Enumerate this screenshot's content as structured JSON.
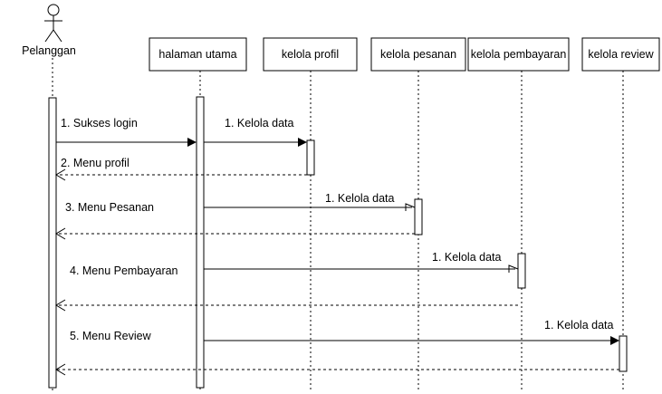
{
  "actor": {
    "name": "Pelanggan"
  },
  "lifelines": [
    {
      "id": "halaman-utama",
      "label": "halaman utama"
    },
    {
      "id": "kelola-profil",
      "label": "kelola profil"
    },
    {
      "id": "kelola-pesanan",
      "label": "kelola pesanan"
    },
    {
      "id": "kelola-pembayaran",
      "label": "kelola pembayaran"
    },
    {
      "id": "kelola-review",
      "label": "kelola review"
    }
  ],
  "messages": [
    {
      "id": "m1",
      "label": "1. Sukses login"
    },
    {
      "id": "m1b",
      "label": "1. Kelola data"
    },
    {
      "id": "m2",
      "label": "2. Menu profil"
    },
    {
      "id": "m3",
      "label": "3. Menu Pesanan"
    },
    {
      "id": "m3b",
      "label": "1. Kelola data"
    },
    {
      "id": "m4",
      "label": "4. Menu Pembayaran"
    },
    {
      "id": "m4b",
      "label": "1. Kelola data"
    },
    {
      "id": "m5",
      "label": "5. Menu Review"
    },
    {
      "id": "m5b",
      "label": "1. Kelola data"
    }
  ]
}
